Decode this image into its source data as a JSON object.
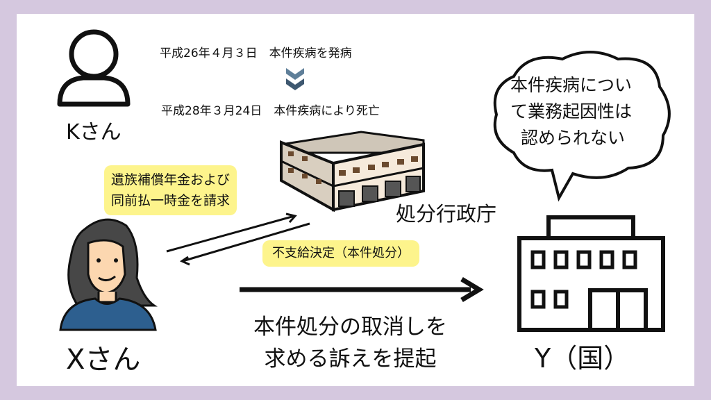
{
  "person_k": {
    "label": "Kさん"
  },
  "timeline": {
    "event1": "平成26年４月３日　本件疾病を発病",
    "event2": "平成28年３月24日　本件疾病により死亡",
    "arrow_icon": "double-chevron-down-icon",
    "arrow_color": "#4d6a85"
  },
  "speech_bubble": {
    "lines": [
      "本件疾病につい",
      "て業務起因性は",
      "認められない"
    ]
  },
  "agency": {
    "label": "処分行政庁"
  },
  "request_note": {
    "lines": [
      "遺族補償年金および",
      "同前払一時金を請求"
    ]
  },
  "decision_note": {
    "text": "不支給決定（本件処分）"
  },
  "person_x": {
    "label": "Xさん"
  },
  "lawsuit": {
    "lines": [
      "本件処分の取消しを",
      "求める訴えを提起"
    ]
  },
  "defendant": {
    "label": "Y（国）"
  },
  "colors": {
    "background": "#d5c8df",
    "note": "#fdf48c",
    "shirt": "#2d5f8f",
    "skin": "#fcd7b0"
  }
}
